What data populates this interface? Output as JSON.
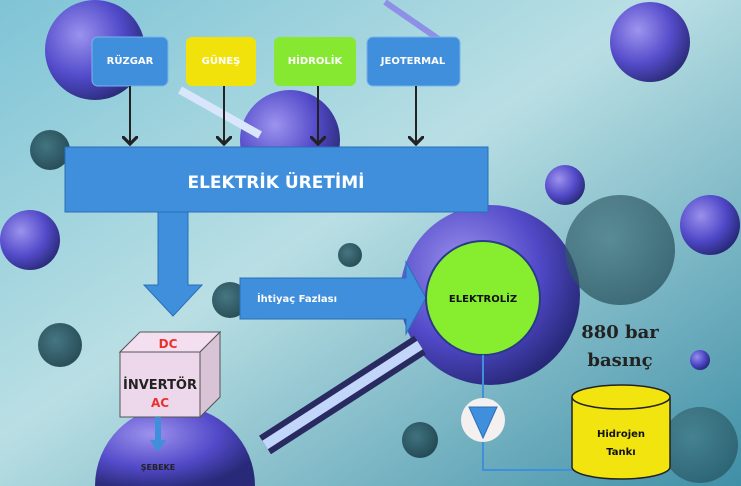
{
  "sources": [
    {
      "label": "RÜZGAR",
      "color": "#3f8fdc",
      "text_color": "#ffffff"
    },
    {
      "label": "GÜNEŞ",
      "color": "#f1e20c",
      "text_color": "#ffffff"
    },
    {
      "label": "HİDROLİK",
      "color": "#86e831",
      "text_color": "#ffffff"
    },
    {
      "label": "JEOTERMAL",
      "color": "#3f8fdc",
      "text_color": "#ffffff"
    }
  ],
  "generation": {
    "label": "ELEKTRİK ÜRETİMİ",
    "color": "#3f8fdc"
  },
  "surplus": {
    "label": "İhtiyaç Fazlası"
  },
  "electrolysis": {
    "label": "ELEKTROLİZ",
    "color": "#86ee2e"
  },
  "inverter": {
    "top": "DC",
    "middle": "İNVERTÖR",
    "bottom": "AC",
    "accent": "#e8322c"
  },
  "grid": {
    "label": "ŞEBEKE"
  },
  "pressure": {
    "line1": "880 bar",
    "line2": "basınç"
  },
  "tank": {
    "line1": "Hidrojen",
    "line2": "Tankı",
    "color": "#f2e40e"
  }
}
